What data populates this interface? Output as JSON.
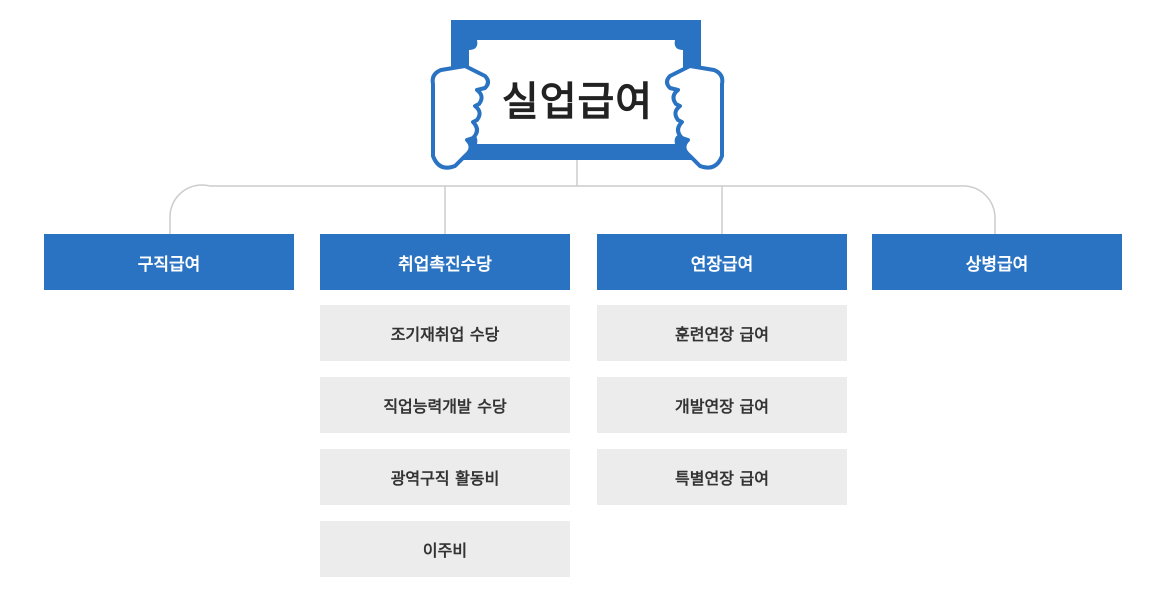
{
  "title": "실업급여",
  "colors": {
    "primary": "#2a73c2",
    "sub_bg": "#ececec",
    "line": "#cccccc"
  },
  "categories": [
    {
      "label": "구직급여",
      "items": []
    },
    {
      "label": "취업촉진수당",
      "items": [
        "조기재취업 수당",
        "직업능력개발 수당",
        "광역구직 활동비",
        "이주비"
      ]
    },
    {
      "label": "연장급여",
      "items": [
        "훈련연장 급여",
        "개발연장 급여",
        "특별연장 급여"
      ]
    },
    {
      "label": "상병급여",
      "items": []
    }
  ]
}
